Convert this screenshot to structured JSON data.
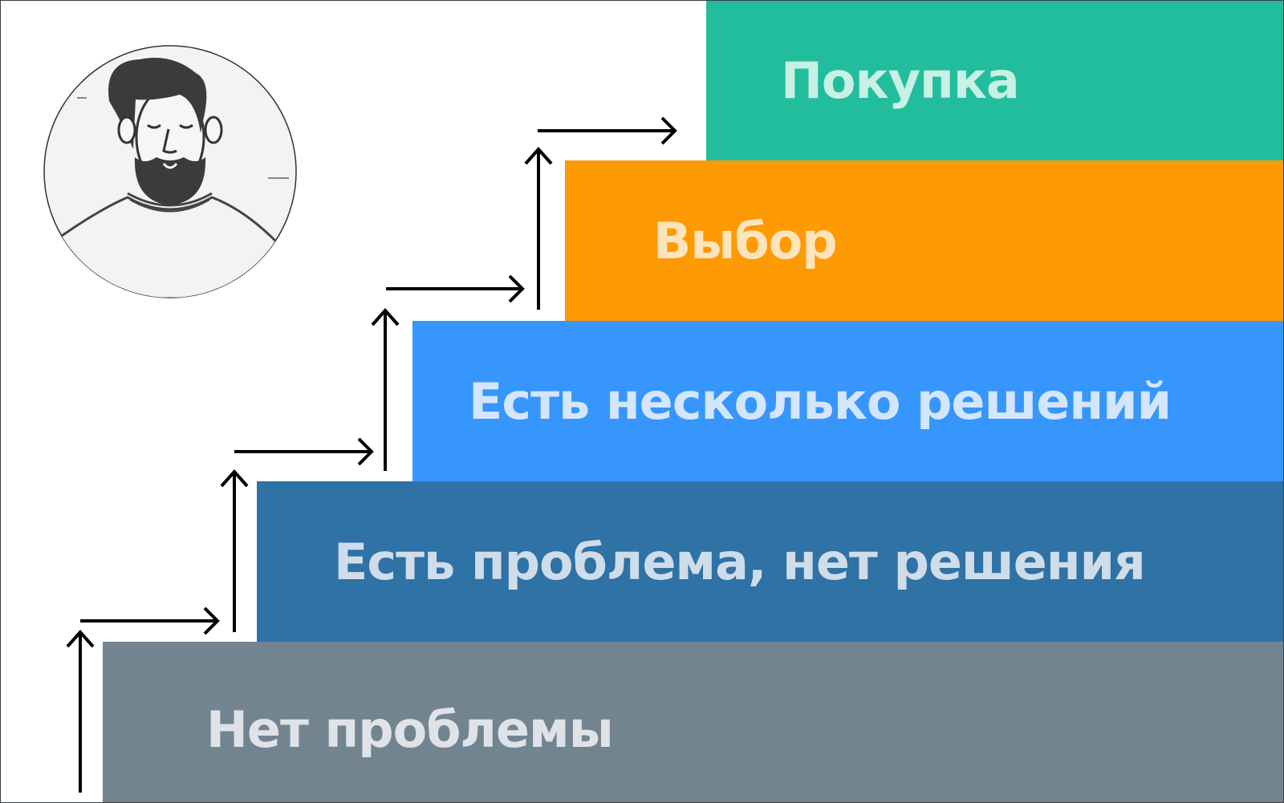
{
  "steps": [
    {
      "label": "Нет проблемы",
      "color": "#738491"
    },
    {
      "label": "Есть проблема, нет решения",
      "color": "#2e72a6"
    },
    {
      "label": "Есть несколько решений",
      "color": "#3796fb"
    },
    {
      "label": "Выбор",
      "color": "#fe9a03"
    },
    {
      "label": "Покупка",
      "color": "#21bd9c"
    }
  ],
  "avatar": {
    "icon": "bearded-man-portrait"
  }
}
